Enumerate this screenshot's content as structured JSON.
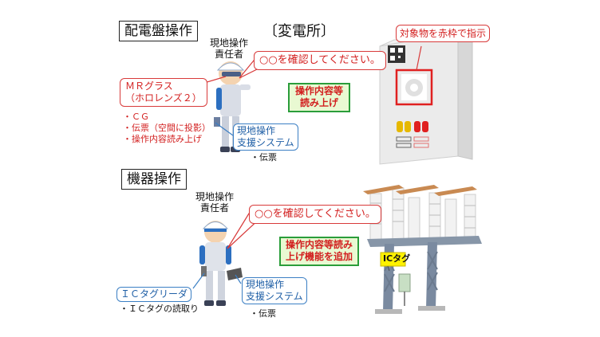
{
  "section1": {
    "title": "配電盤操作",
    "location": "〔変電所〕",
    "responsible": "現地操作\n責任者",
    "callout": "○○を確認してください。",
    "green_label": "操作内容等\n読み上げ",
    "mr_label": "ＭＲグラス\n（ホロレンズ２）",
    "mr_bullets": [
      "・ＣＧ",
      "・伝票（空間に投影）",
      "・操作内容読み上げ"
    ],
    "system_label": "現地操作\n支援システム",
    "system_bullet": "・伝票",
    "target_label": "対象物を赤枠で指示"
  },
  "section2": {
    "title": "機器操作",
    "responsible": "現地操作\n責任者",
    "callout": "○○を確認してください。",
    "green_label": "操作内容等読み\n上げ機能を追加",
    "ic_tag_label": "ICタグ",
    "reader_label": "ＩＣタグリーダ",
    "reader_bullet": "・ＩＣタグの読取り",
    "system_label": "現地操作\n支援システム",
    "system_bullet": "・伝票"
  },
  "colors": {
    "red": "#d32020",
    "green_border": "#2a9d3a",
    "green_fill": "#e9f9d2",
    "blue": "#3b7fc4",
    "tag_yellow": "#fff200"
  }
}
